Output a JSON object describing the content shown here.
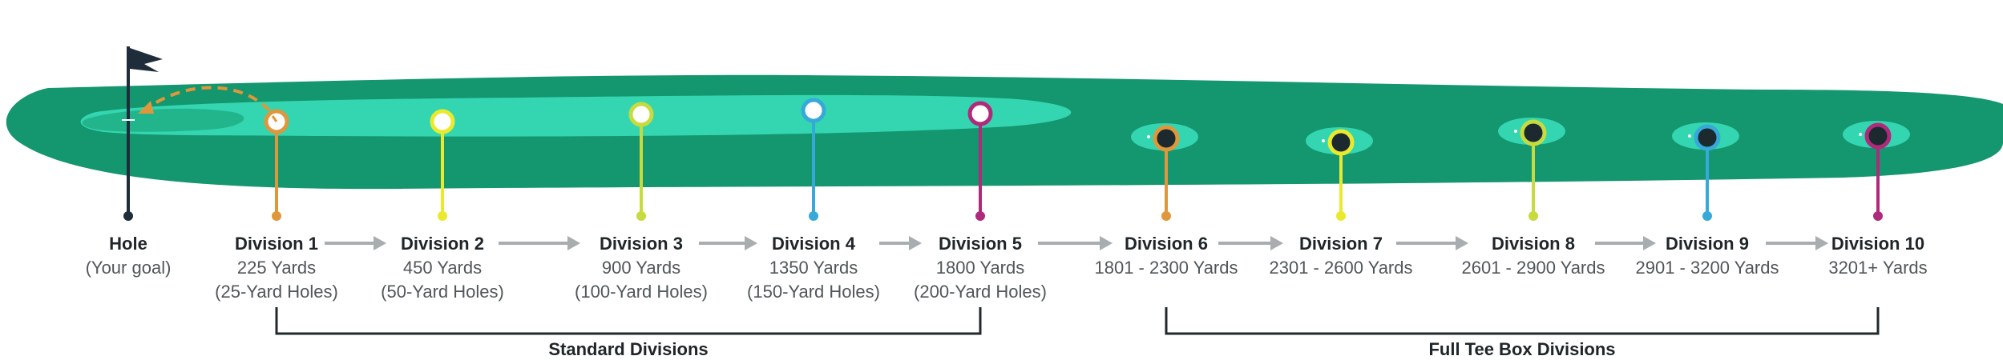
{
  "colors": {
    "fairway": "#14966f",
    "green_light": "#33d6b0",
    "green_mid": "#22b58c",
    "flag": "#1f2d3a",
    "arrow": "#a8adb0",
    "bracket": "#22282b",
    "putt_path": "#e0963a"
  },
  "hole": {
    "name": "Hole",
    "subtitle": "(Your goal)",
    "icon": "flag-icon"
  },
  "divisions": [
    {
      "name": "Division 1",
      "distance": "225 Yards",
      "holes": "(25-Yard Holes)",
      "color": "#e0963a",
      "style": "open"
    },
    {
      "name": "Division 2",
      "distance": "450 Yards",
      "holes": "(50-Yard Holes)",
      "color": "#e9ea2d",
      "style": "open"
    },
    {
      "name": "Division 3",
      "distance": "900 Yards",
      "holes": "(100-Yard Holes)",
      "color": "#c7db3e",
      "style": "open"
    },
    {
      "name": "Division 4",
      "distance": "1350 Yards",
      "holes": "(150-Yard Holes)",
      "color": "#36a9d8",
      "style": "open"
    },
    {
      "name": "Division 5",
      "distance": "1800 Yards",
      "holes": "(200-Yard Holes)",
      "color": "#b02a7c",
      "style": "open"
    },
    {
      "name": "Division 6",
      "distance": "1801 - 2300 Yards",
      "holes": "",
      "color": "#e0963a",
      "style": "tee"
    },
    {
      "name": "Division 7",
      "distance": "2301 - 2600 Yards",
      "holes": "",
      "color": "#e9ea2d",
      "style": "tee"
    },
    {
      "name": "Division 8",
      "distance": "2601 - 2900 Yards",
      "holes": "",
      "color": "#c7db3e",
      "style": "tee"
    },
    {
      "name": "Division 9",
      "distance": "2901 - 3200 Yards",
      "holes": "",
      "color": "#36a9d8",
      "style": "tee"
    },
    {
      "name": "Division 10",
      "distance": "3201+ Yards",
      "holes": "",
      "color": "#b02a7c",
      "style": "tee"
    }
  ],
  "groups": [
    {
      "title": "Standard Divisions"
    },
    {
      "title": "Full Tee Box Divisions"
    }
  ]
}
